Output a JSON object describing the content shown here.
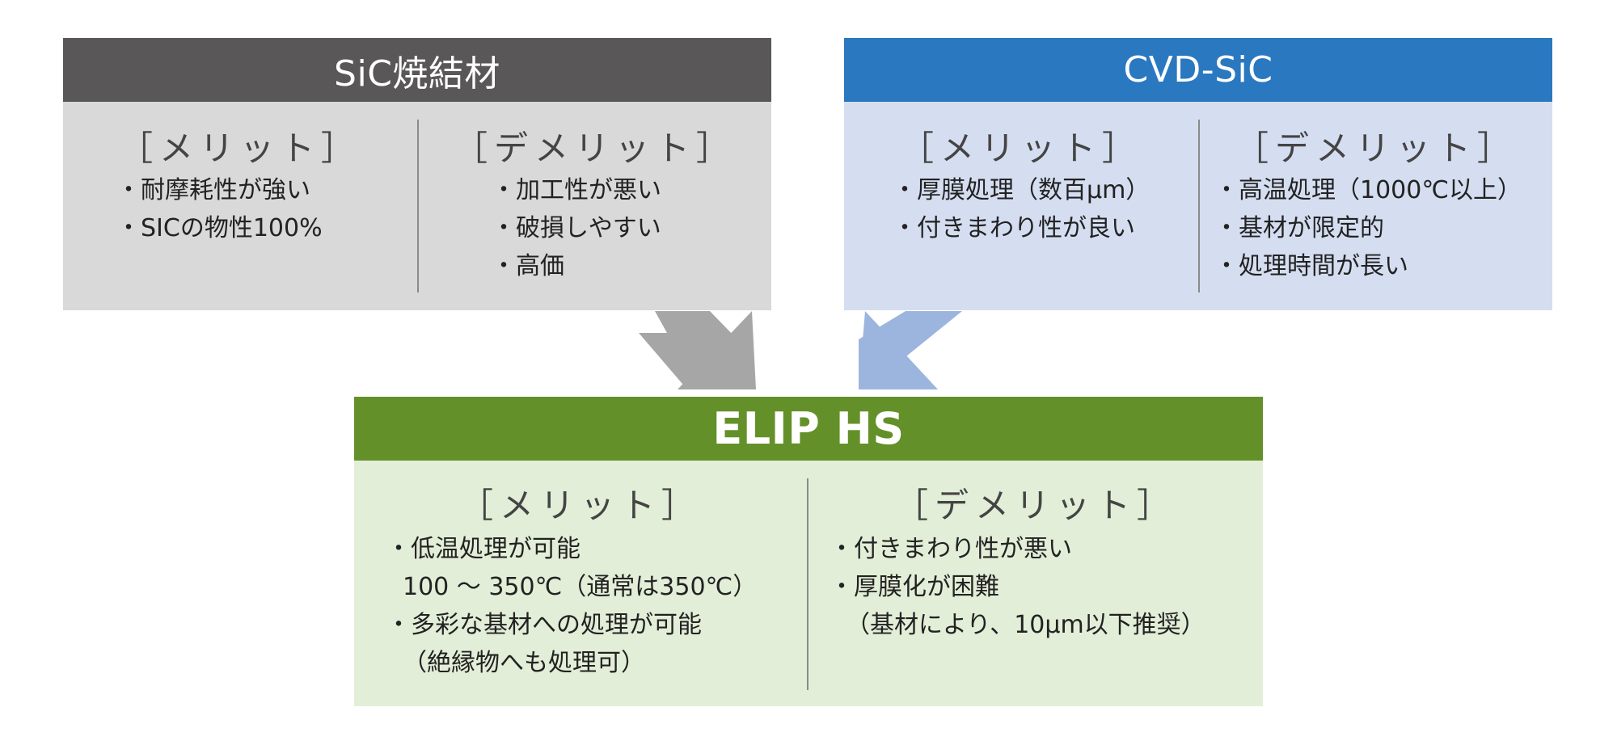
{
  "sic": {
    "title": "SiC焼結材",
    "merit_title": "［メリット］",
    "merit_items": [
      "・耐摩耗性が強い",
      "・SICの物性100%"
    ],
    "demerit_title": "［デメリット］",
    "demerit_items": [
      "・加工性が悪い",
      "・破損しやすい",
      "・高価"
    ]
  },
  "cvd": {
    "title": "CVD-SiC",
    "merit_title": "［メリット］",
    "merit_items": [
      "・厚膜処理（数百μm）",
      "・付きまわり性が良い"
    ],
    "demerit_title": "［デメリット］",
    "demerit_items": [
      "・高温処理（1000℃以上）",
      "・基材が限定的",
      "・処理時間が長い"
    ]
  },
  "elip": {
    "title": "ELIP HS",
    "merit_title": "［メリット］",
    "merit_items": [
      "・低温処理が可能",
      "100 ～ 350℃（通常は350℃）",
      "・多彩な基材への処理が可能",
      "（絶縁物へも処理可）"
    ],
    "demerit_title": "［デメリット］",
    "demerit_items": [
      "・付きまわり性が悪い",
      "・厚膜化が困難",
      "（基材により、10μm以下推奨）"
    ]
  },
  "colors": {
    "sic_header": "#595757",
    "sic_body": "#d9d9d9",
    "cvd_header": "#2a78c0",
    "cvd_body": "#d5def1",
    "elip_header": "#64902a",
    "elip_body": "#e3eed8",
    "arrow_gray": "#a6a6a6",
    "arrow_blue": "#9bb5de"
  }
}
